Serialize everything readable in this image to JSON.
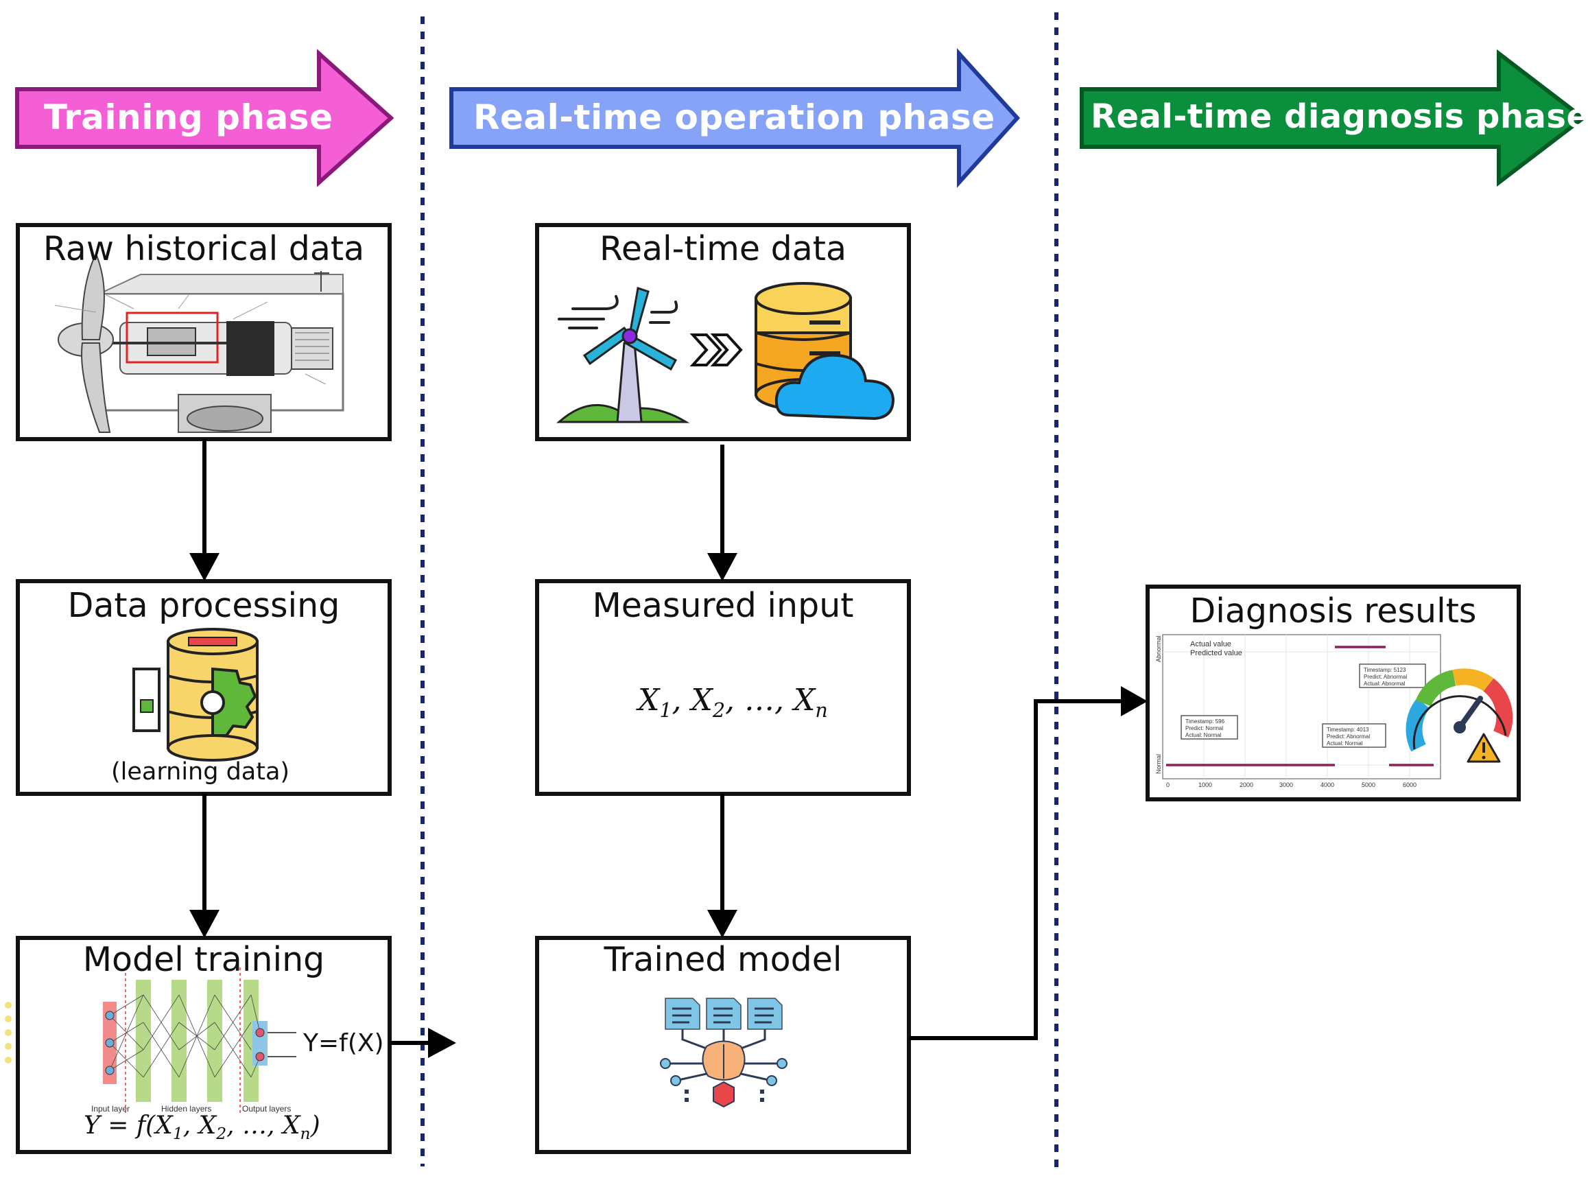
{
  "colors": {
    "training_fill": "#f55fd6",
    "training_stroke": "#8a1a7a",
    "operation_fill": "#86a3f7",
    "operation_stroke": "#1f3a9a",
    "diagnosis_fill": "#0b8f3c",
    "diagnosis_stroke": "#055a24",
    "divider": "#1a2470"
  },
  "phases": {
    "training": "Training phase",
    "operation": "Real-time operation phase",
    "diagnosis": "Real-time diagnosis phase"
  },
  "boxes": {
    "raw_historical": {
      "title": "Raw historical data"
    },
    "data_processing": {
      "title": "Data processing",
      "caption": "(learning data)"
    },
    "model_training": {
      "title": "Model training",
      "function_label": "Y=f(X)",
      "layer_labels": [
        "Input layer",
        "Hidden layers",
        "Output layers"
      ]
    },
    "real_time_data": {
      "title": "Real-time data"
    },
    "measured_input": {
      "title": "Measured input"
    },
    "trained_model": {
      "title": "Trained model"
    },
    "diagnosis_results": {
      "title": "Diagnosis results",
      "legend": [
        "Actual value",
        "Predicted value"
      ],
      "y_ticks": [
        "Abnormal",
        "Normal"
      ],
      "x_ticks": [
        "0",
        "1000",
        "2000",
        "3000",
        "4000",
        "5000",
        "6000"
      ],
      "annotations": [
        {
          "lines": [
            "Timestamp: 596",
            "Predict: Normal",
            "Actual: Normal"
          ]
        },
        {
          "lines": [
            "Timestamp: 4013",
            "Predict: Abnormal",
            "Actual: Normal"
          ]
        },
        {
          "lines": [
            "Timestamp: 5123",
            "Predict: Abnormal",
            "Actual: Abnormal"
          ]
        }
      ]
    }
  },
  "icons": {
    "turbine_schematic": "wind-turbine-schematic-icon",
    "wind_turbine": "wind-turbine-icon",
    "forward": "fast-forward-icon",
    "database_cloud": "database-cloud-icon",
    "database_gear": "database-gear-icon",
    "neural_network": "neural-network-icon",
    "ai_brain": "ai-brain-icon",
    "gauge_warning": "gauge-warning-icon"
  }
}
